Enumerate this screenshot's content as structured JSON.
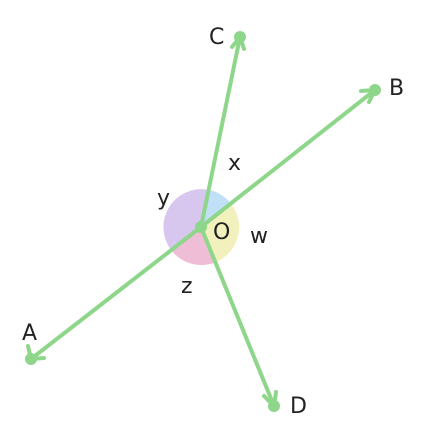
{
  "diagram": {
    "center": {
      "label": "O"
    },
    "rays": [
      {
        "label": "A",
        "end": "dot"
      },
      {
        "label": "B",
        "end": "arrow"
      },
      {
        "label": "C",
        "end": "arrow"
      },
      {
        "label": "D",
        "end": "arrow"
      }
    ],
    "angles": [
      {
        "label": "x",
        "between": [
          "C",
          "B"
        ],
        "color": "#bfe0f7"
      },
      {
        "label": "w",
        "between": [
          "B",
          "D"
        ],
        "color": "#f2f1bd"
      },
      {
        "label": "z",
        "between": [
          "D",
          "A"
        ],
        "color": "#f0bdd6"
      },
      {
        "label": "y",
        "between": [
          "A",
          "C"
        ],
        "color": "#d7c7ef"
      }
    ],
    "colors": {
      "line": "#8ed68a",
      "text": "#222222"
    }
  }
}
